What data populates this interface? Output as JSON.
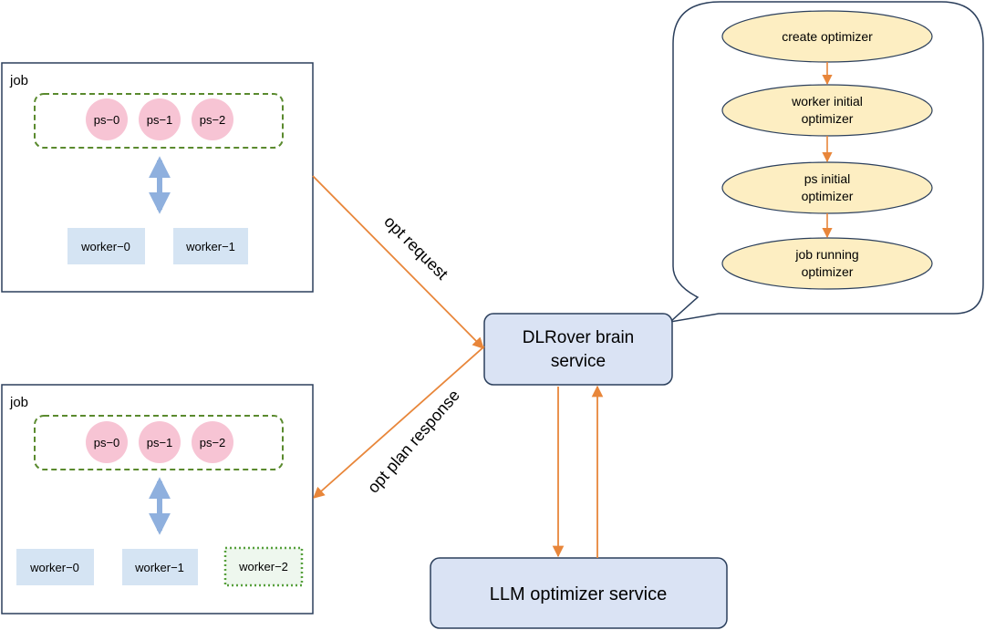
{
  "colors": {
    "job_border": "#2b3f5c",
    "ps_fill": "#f7c4d4",
    "ps_group_border": "#5a8a2e",
    "worker_fill": "#d5e4f3",
    "new_worker_fill": "#eef7ee",
    "new_worker_border": "#57a03c",
    "link_arrow": "#8fb0de",
    "flow_arrow": "#e8863a",
    "service_fill": "#dae3f4",
    "service_border": "#2b3f5c",
    "step_fill": "#fdeec2",
    "step_border": "#2b3f5c"
  },
  "job_top": {
    "label": "job",
    "ps": [
      "ps−0",
      "ps−1",
      "ps−2"
    ],
    "workers": [
      "worker−0",
      "worker−1"
    ]
  },
  "job_bottom": {
    "label": "job",
    "ps": [
      "ps−0",
      "ps−1",
      "ps−2"
    ],
    "workers": [
      "worker−0",
      "worker−1"
    ],
    "new_worker": "worker−2"
  },
  "brain_service": {
    "line1": "DLRover brain",
    "line2": "service"
  },
  "llm_service": {
    "label": "LLM optimizer service"
  },
  "edges": {
    "request": "opt request",
    "response": "opt plan response"
  },
  "callout": {
    "steps": [
      {
        "line1": "create optimizer",
        "line2": ""
      },
      {
        "line1": "worker initial",
        "line2": "optimizer"
      },
      {
        "line1": "ps initial",
        "line2": "optimizer"
      },
      {
        "line1": "job running",
        "line2": "optimizer"
      }
    ]
  }
}
